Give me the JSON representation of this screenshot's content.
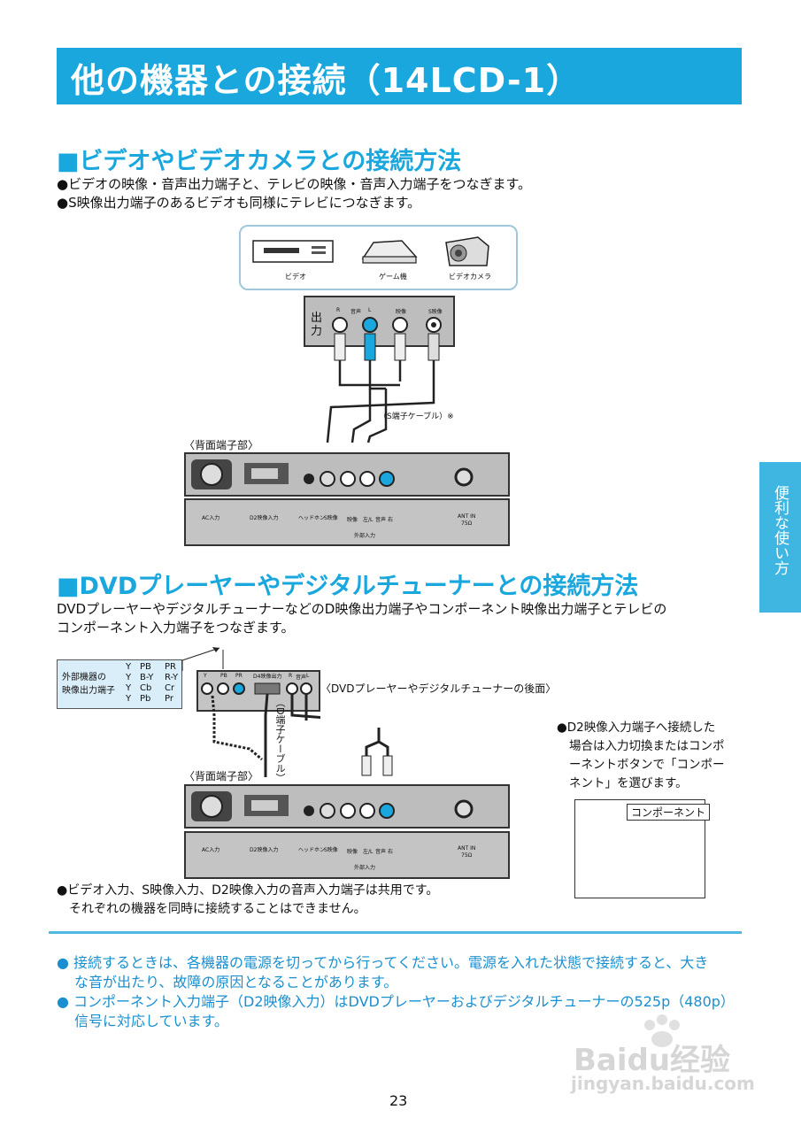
{
  "page": {
    "title": "他の機器との接続（14LCD-1）",
    "side_tab": "便利な使い方",
    "page_number": "23"
  },
  "section1": {
    "heading": "■ビデオやビデオカメラとの接続方法",
    "bullets": [
      "●ビデオの映像・音声出力端子と、テレビの映像・音声入力端子をつなぎます。",
      "●S映像出力端子のあるビデオも同様にテレビにつなぎます。"
    ],
    "devices": [
      "ビデオ",
      "ゲーム機",
      "ビデオカメラ"
    ],
    "output_label": "出力",
    "out_jacks": [
      "R",
      "音声",
      "L",
      "映像",
      "S映像"
    ],
    "cable_note": "（S端子ケーブル）※",
    "rear_label": "〈背面端子部〉"
  },
  "rear_panel": {
    "labels": [
      "AC入力",
      "D2映像入力",
      "ヘッドホン",
      "S映像",
      "映像",
      "左/L",
      "音声",
      "右",
      "ANT IN",
      "75Ω"
    ],
    "external_input": "外部入力"
  },
  "section2": {
    "heading": "■DVDプレーヤーやデジタルチューナーとの接続方法",
    "intro": [
      "DVDプレーヤーやデジタルチューナーなどのD映像出力端子やコンポーネント映像出力端子とテレビの",
      "コンポーネント入力端子をつなぎます。"
    ],
    "table": {
      "label": [
        "外部機器の",
        "映像出力端子"
      ],
      "rows": [
        [
          "Y",
          "PB",
          "PR"
        ],
        [
          "Y",
          "B-Y",
          "R-Y"
        ],
        [
          "Y",
          "Cb",
          "Cr"
        ],
        [
          "Y",
          "Pb",
          "Pr"
        ]
      ]
    },
    "dvd_panel_labels": [
      "Y",
      "PB",
      "PR",
      "D4映像出力",
      "R",
      "音声",
      "L"
    ],
    "dvd_rear_note": "〈DVDプレーヤーやデジタルチューナーの後面〉",
    "d_cable_note": "（D端子ケーブル）※",
    "rear_label": "〈背面端子部〉",
    "side_note": [
      "●D2映像入力端子へ接続した",
      "場合は入力切換またはコンポ",
      "ーネントボタンで「コンポー",
      "ネント」を選びます。"
    ],
    "screen_label": "コンポーネント",
    "bottom_bullets": [
      "●ビデオ入力、S映像入力、D2映像入力の音声入力端子は共用です。",
      "それぞれの機器を同時に接続することはできません。"
    ]
  },
  "notes": [
    "● 接続するときは、各機器の電源を切ってから行ってください。電源を入れた状態で接続すると、大き",
    "な音が出たり、故障の原因となることがあります。",
    "● コンポーネント入力端子（D2映像入力）はDVDプレーヤーおよびデジタルチューナーの525p（480p）",
    "信号に対応しています。"
  ],
  "watermark": {
    "brand": "Baidu经验",
    "url": "jingyan.baidu.com"
  },
  "colors": {
    "accent": "#1aa7de",
    "note_text": "#1a8fd0",
    "panel_gray": "#bdbdbd"
  }
}
